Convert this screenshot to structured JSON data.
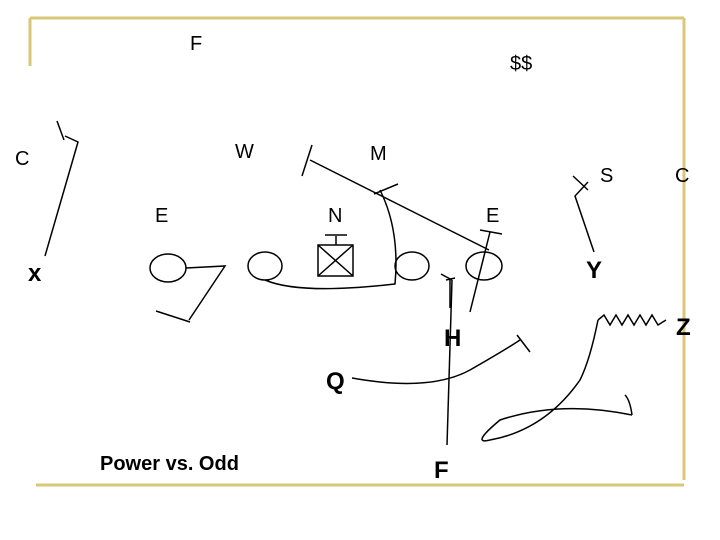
{
  "slide": {
    "title": "Power vs. Odd",
    "accent_color": "#d8c777"
  },
  "defense": {
    "F": "F",
    "SS": "$$",
    "W": "W",
    "M": "M",
    "C_left": "C",
    "C_right": "C",
    "S": "S",
    "E_left": "E",
    "N": "N",
    "E_right": "E"
  },
  "offense": {
    "X": "x",
    "Y": "Y",
    "Z": "Z",
    "H": "H",
    "Q": "Q",
    "F": "F"
  }
}
